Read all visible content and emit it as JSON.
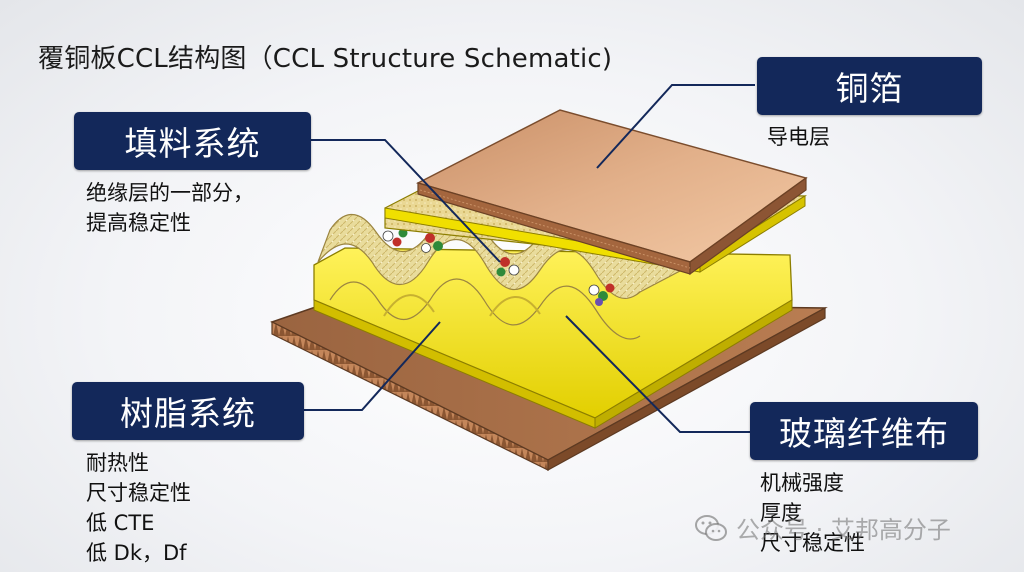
{
  "title": "覆铜板CCL结构图（CCL Structure Schematic)",
  "labels": {
    "copper": {
      "heading": "铜箔",
      "lines": [
        "导电层"
      ]
    },
    "filler": {
      "heading": "填料系统",
      "lines": [
        "绝缘层的一部分，",
        "提高稳定性"
      ]
    },
    "resin": {
      "heading": "树脂系统",
      "lines": [
        "耐热性",
        "尺寸稳定性",
        "低 CTE",
        "低 Dk，Df"
      ]
    },
    "glass": {
      "heading": "玻璃纤维布",
      "lines": [
        "机械强度",
        "厚度",
        "尺寸稳定性"
      ]
    }
  },
  "watermark": {
    "text": "公众号 · 艾邦高分子",
    "icon": "wechat-icon"
  },
  "colors": {
    "badge": "#13285a",
    "copper": "#d8a47f",
    "resin": "#f2e200",
    "glass": "#e6d596",
    "base": "#a66e47"
  }
}
